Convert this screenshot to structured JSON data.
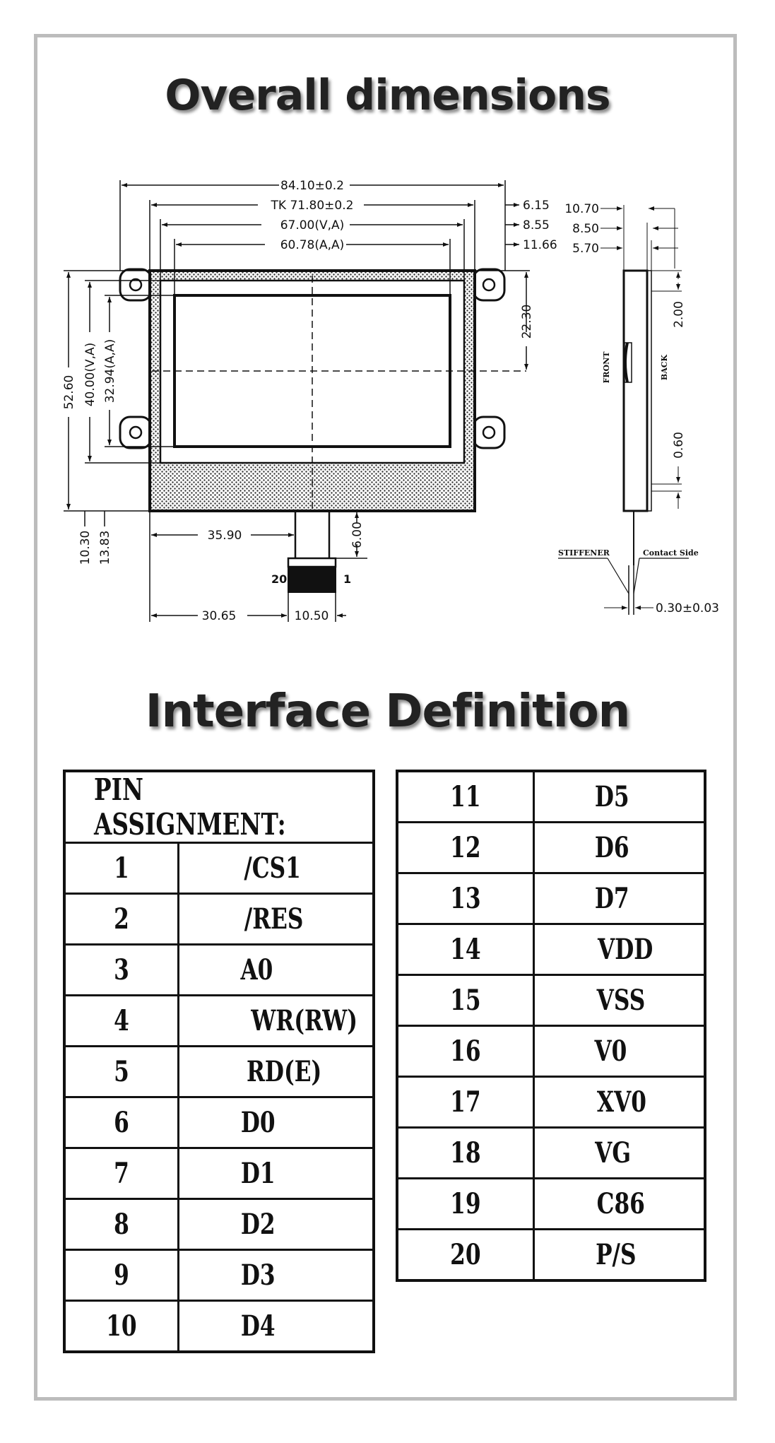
{
  "titles": {
    "dimensions": "Overall dimensions",
    "interface": "Interface Definition"
  },
  "dimensions": {
    "top": [
      "84.10±0.2",
      "TK 71.80±0.2",
      "67.00(V,A)",
      "60.78(A,A)"
    ],
    "right_top": [
      "6.15",
      "8.55",
      "11.66"
    ],
    "side_top": [
      "10.70",
      "8.50",
      "5.70"
    ],
    "left": [
      "52.60",
      "40.00(V,A)",
      "32.94(A,A)"
    ],
    "right": "22.30",
    "bottom_left": [
      "10.30",
      "13.83"
    ],
    "fpc_offset": "35.90",
    "fpc_length": "6.00",
    "fpc_pin_first": "20",
    "fpc_pin_last": "1",
    "fpc_left": "30.65",
    "fpc_width": "10.50",
    "side_thick_1": "2.00",
    "side_thick_2": "0.60",
    "fpc_thickness": "0.30±0.03",
    "front": "FRONT",
    "back": "BACK",
    "stiffener": "STIFFENER",
    "contact_side": "Contact Side"
  },
  "pin_assignment": {
    "header": "PIN ASSIGNMENT:",
    "left": [
      {
        "pin": "1",
        "signal": "/CS1"
      },
      {
        "pin": "2",
        "signal": "/RES"
      },
      {
        "pin": "3",
        "signal": "A0"
      },
      {
        "pin": "4",
        "signal": "WR(RW)"
      },
      {
        "pin": "5",
        "signal": "RD(E)"
      },
      {
        "pin": "6",
        "signal": "D0"
      },
      {
        "pin": "7",
        "signal": "D1"
      },
      {
        "pin": "8",
        "signal": "D2"
      },
      {
        "pin": "9",
        "signal": "D3"
      },
      {
        "pin": "10",
        "signal": "D4"
      }
    ],
    "right": [
      {
        "pin": "11",
        "signal": "D5"
      },
      {
        "pin": "12",
        "signal": "D6"
      },
      {
        "pin": "13",
        "signal": "D7"
      },
      {
        "pin": "14",
        "signal": "VDD"
      },
      {
        "pin": "15",
        "signal": "VSS"
      },
      {
        "pin": "16",
        "signal": "V0"
      },
      {
        "pin": "17",
        "signal": "XV0"
      },
      {
        "pin": "18",
        "signal": "VG"
      },
      {
        "pin": "19",
        "signal": "C86"
      },
      {
        "pin": "20",
        "signal": "P/S"
      }
    ]
  }
}
